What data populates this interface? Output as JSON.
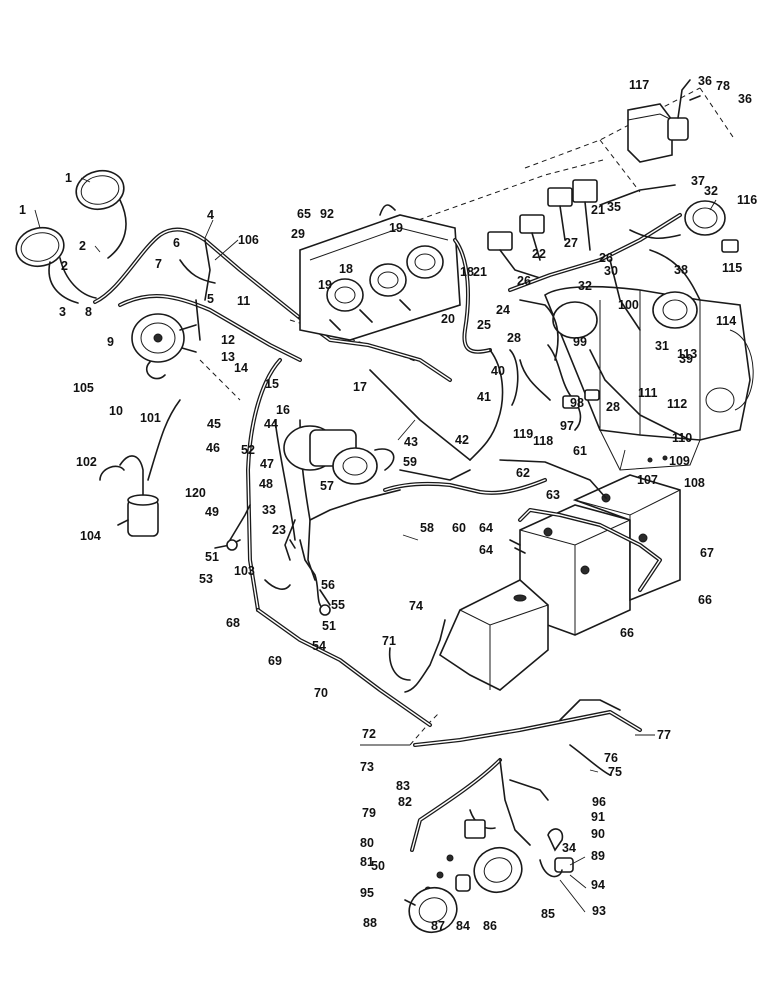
{
  "diagram": {
    "callouts": [
      {
        "label": "1"
      },
      {
        "label": "1"
      },
      {
        "label": "2"
      },
      {
        "label": "2"
      },
      {
        "label": "3"
      },
      {
        "label": "4"
      },
      {
        "label": "5"
      },
      {
        "label": "6"
      },
      {
        "label": "7"
      },
      {
        "label": "8"
      },
      {
        "label": "9"
      },
      {
        "label": "10"
      },
      {
        "label": "11"
      },
      {
        "label": "12"
      },
      {
        "label": "13"
      },
      {
        "label": "14"
      },
      {
        "label": "15"
      },
      {
        "label": "16"
      },
      {
        "label": "17"
      },
      {
        "label": "18"
      },
      {
        "label": "18"
      },
      {
        "label": "19"
      },
      {
        "label": "19"
      },
      {
        "label": "20"
      },
      {
        "label": "21"
      },
      {
        "label": "21"
      },
      {
        "label": "22"
      },
      {
        "label": "23"
      },
      {
        "label": "24"
      },
      {
        "label": "25"
      },
      {
        "label": "26"
      },
      {
        "label": "26"
      },
      {
        "label": "27"
      },
      {
        "label": "28"
      },
      {
        "label": "28"
      },
      {
        "label": "29"
      },
      {
        "label": "30"
      },
      {
        "label": "31"
      },
      {
        "label": "32"
      },
      {
        "label": "32"
      },
      {
        "label": "33"
      },
      {
        "label": "34"
      },
      {
        "label": "35"
      },
      {
        "label": "36"
      },
      {
        "label": "36"
      },
      {
        "label": "37"
      },
      {
        "label": "38"
      },
      {
        "label": "39"
      },
      {
        "label": "40"
      },
      {
        "label": "41"
      },
      {
        "label": "42"
      },
      {
        "label": "43"
      },
      {
        "label": "44"
      },
      {
        "label": "45"
      },
      {
        "label": "46"
      },
      {
        "label": "47"
      },
      {
        "label": "48"
      },
      {
        "label": "49"
      },
      {
        "label": "50"
      },
      {
        "label": "51"
      },
      {
        "label": "51"
      },
      {
        "label": "52"
      },
      {
        "label": "53"
      },
      {
        "label": "54"
      },
      {
        "label": "55"
      },
      {
        "label": "56"
      },
      {
        "label": "57"
      },
      {
        "label": "58"
      },
      {
        "label": "59"
      },
      {
        "label": "60"
      },
      {
        "label": "61"
      },
      {
        "label": "62"
      },
      {
        "label": "63"
      },
      {
        "label": "64"
      },
      {
        "label": "64"
      },
      {
        "label": "65"
      },
      {
        "label": "66"
      },
      {
        "label": "66"
      },
      {
        "label": "67"
      },
      {
        "label": "68"
      },
      {
        "label": "69"
      },
      {
        "label": "70"
      },
      {
        "label": "71"
      },
      {
        "label": "72"
      },
      {
        "label": "73"
      },
      {
        "label": "74"
      },
      {
        "label": "75"
      },
      {
        "label": "76"
      },
      {
        "label": "77"
      },
      {
        "label": "78"
      },
      {
        "label": "79"
      },
      {
        "label": "80"
      },
      {
        "label": "81"
      },
      {
        "label": "82"
      },
      {
        "label": "83"
      },
      {
        "label": "84"
      },
      {
        "label": "85"
      },
      {
        "label": "86"
      },
      {
        "label": "87"
      },
      {
        "label": "88"
      },
      {
        "label": "89"
      },
      {
        "label": "90"
      },
      {
        "label": "91"
      },
      {
        "label": "92"
      },
      {
        "label": "93"
      },
      {
        "label": "94"
      },
      {
        "label": "95"
      },
      {
        "label": "96"
      },
      {
        "label": "97"
      },
      {
        "label": "98"
      },
      {
        "label": "99"
      },
      {
        "label": "100"
      },
      {
        "label": "101"
      },
      {
        "label": "102"
      },
      {
        "label": "103"
      },
      {
        "label": "104"
      },
      {
        "label": "105"
      },
      {
        "label": "106"
      },
      {
        "label": "107"
      },
      {
        "label": "108"
      },
      {
        "label": "109"
      },
      {
        "label": "110"
      },
      {
        "label": "111"
      },
      {
        "label": "112"
      },
      {
        "label": "113"
      },
      {
        "label": "114"
      },
      {
        "label": "115"
      },
      {
        "label": "116"
      },
      {
        "label": "117"
      },
      {
        "label": "118"
      },
      {
        "label": "119"
      },
      {
        "label": "120"
      }
    ]
  }
}
